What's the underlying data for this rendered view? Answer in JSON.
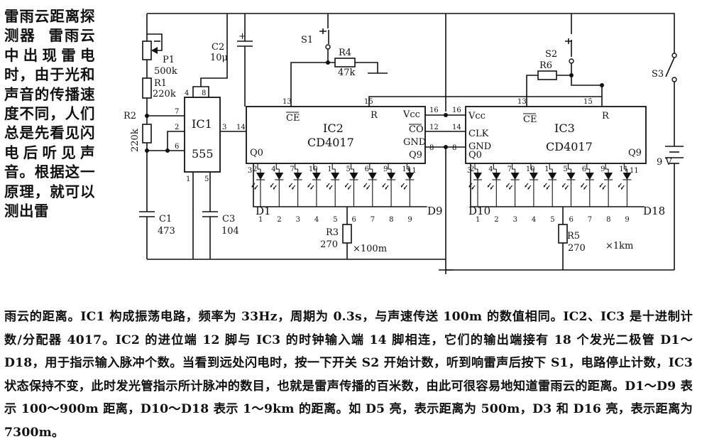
{
  "side_paragraph": {
    "title": "雷雨云距离探测器",
    "body": "雷雨云中出现雷电时，由于光和声音的传播速度不同，人们总是先看见闪电后听见声音。根据这一原理，就可以测出雷"
  },
  "bottom_paragraph": "雨云的距离。IC1 构成振荡电路，频率为 33Hz，周期为 0.3s，与声速传送 100m 的数值相同。IC2、IC3 是十进制计数/分配器 4017。IC2 的进位端 12 脚与 IC3 的时钟输入端 14 脚相连，它们的输出端接有 18 个发光二极管 D1～D18，用于指示输入脉冲个数。当看到远处闪电时，按一下开关 S2 开始计数，听到响雷声后按下 S1，电路停止计数，IC3 状态保持不变，此时发光管指示所计脉冲的数目，也就是雷声传播的百米数，由此可很容易地知道雷雨云的距离。D1～D9 表示 100～900m 距离，D10～D18 表示 1～9km 的距离。如 D5 亮，表示距离为 500m，D3 和 D16 亮，表示距离为 7300m。",
  "circuit": {
    "ic1": {
      "name": "IC1",
      "part": "555",
      "pins": {
        "p1": "1",
        "p2": "2",
        "p3": "3",
        "p4": "4",
        "p5": "5",
        "p6": "6",
        "p7": "7",
        "p8": "8"
      }
    },
    "ic2": {
      "name": "IC2",
      "part": "CD4017",
      "pin_names": {
        "ce": "CE",
        "r": "R",
        "vcc": "Vcc",
        "co": "CO",
        "gnd": "GND",
        "q0": "Q0",
        "q9": "Q9"
      },
      "pins": {
        "p13": "13",
        "p15": "15",
        "p16": "16",
        "p12": "12",
        "p14": "14",
        "p8": "8",
        "p3": "3",
        "p11": "11"
      }
    },
    "ic3": {
      "name": "IC3",
      "part": "CD4017",
      "pin_names": {
        "ce": "CE",
        "r": "R",
        "vcc": "Vcc",
        "clk": "CLK",
        "gnd": "GND",
        "q0": "Q0",
        "q9": "Q9"
      },
      "pins": {
        "p13": "13",
        "p15": "15",
        "p16": "16",
        "p14": "14",
        "p8": "8",
        "p3": "3",
        "p11": "11"
      }
    },
    "components": {
      "p1": "P1",
      "p1_val": "500k",
      "r1": "R1",
      "r1_val": "220k",
      "r2": "R2",
      "r2_val": "220k",
      "c1": "C1",
      "c1_val": "473",
      "c2": "C2",
      "c2_val": "10μ",
      "c3": "C3",
      "c3_val": "104",
      "s1": "S1",
      "s2": "S2",
      "s3": "S3",
      "r4": "R4",
      "r4_val": "47k",
      "r6": "R6",
      "r3": "R3",
      "r3_val": "270",
      "r5": "R5",
      "r5_val": "270",
      "battery": "9 V"
    },
    "ic2_led_pins": [
      "2",
      "4",
      "7",
      "10",
      "1",
      "5",
      "6",
      "9",
      "11"
    ],
    "ic3_led_pins": [
      "2",
      "4",
      "7",
      "10",
      "1",
      "5",
      "6",
      "9",
      "11"
    ],
    "led_numbers": [
      "1",
      "2",
      "3",
      "4",
      "5",
      "6",
      "7",
      "8",
      "9"
    ],
    "d_first_left": "D1",
    "d_last_left": "D9",
    "d_first_right": "D10",
    "d_last_right": "D18",
    "scale_left": "×100m",
    "scale_right": "×1km"
  }
}
